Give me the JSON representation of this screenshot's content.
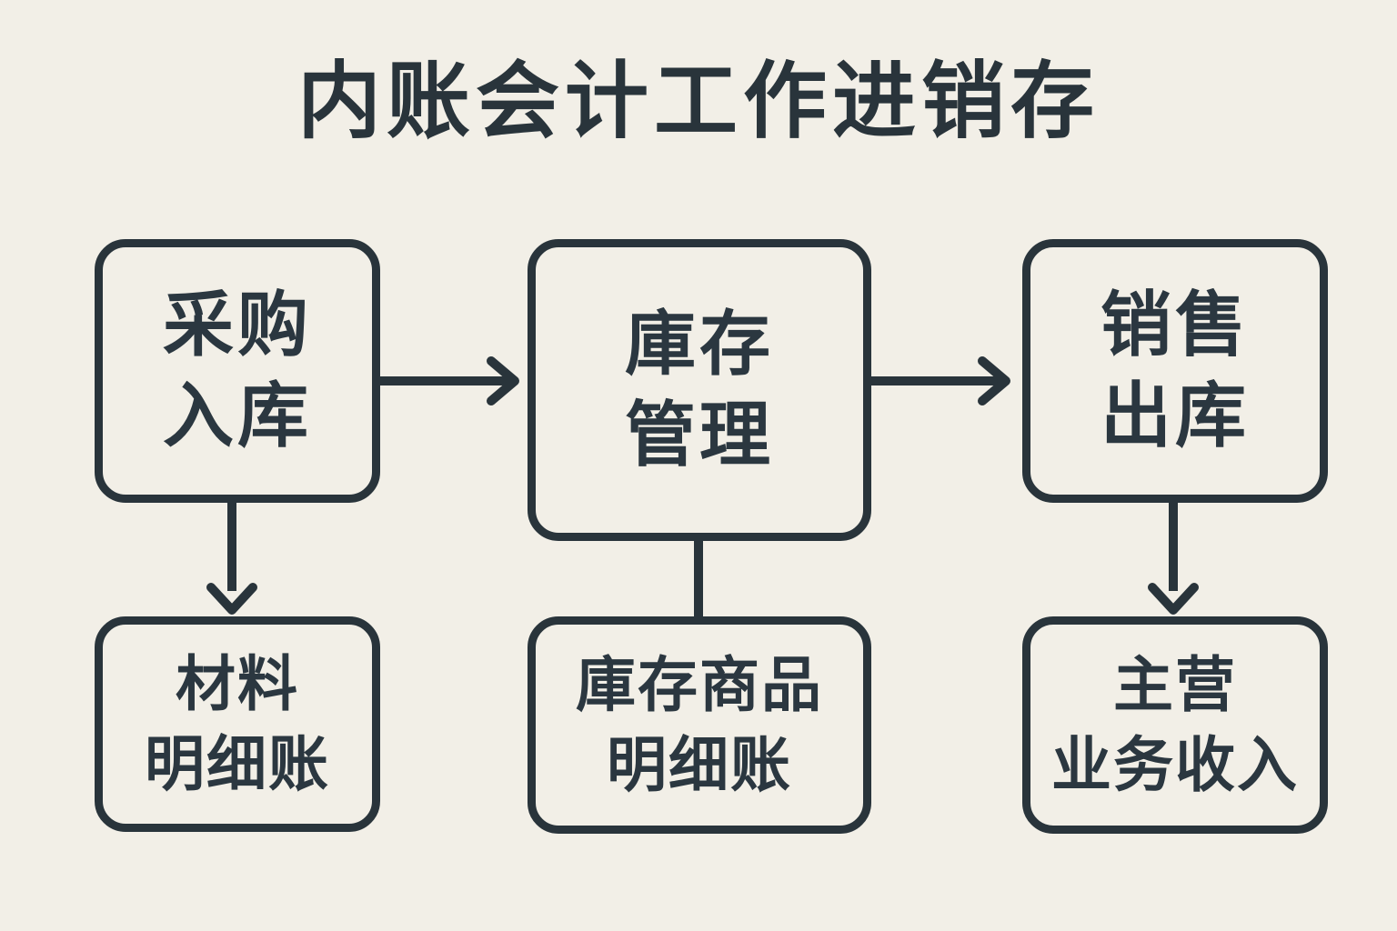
{
  "title": "内账会计工作进销存",
  "colors": {
    "background": "#f2efe7",
    "ink": "#29343b"
  },
  "nodes": {
    "purchase_inbound": {
      "lines": [
        "采购",
        "入库"
      ]
    },
    "inventory_management": {
      "lines": [
        "庫存",
        "管理"
      ]
    },
    "sales_outbound": {
      "lines": [
        "销售",
        "出库"
      ]
    },
    "materials_ledger": {
      "lines": [
        "材料",
        "明细账"
      ]
    },
    "inventory_goods_ledger": {
      "lines": [
        "庫存商品",
        "明细账"
      ]
    },
    "main_business_revenue": {
      "lines": [
        "主营",
        "业务收入"
      ]
    }
  },
  "edges": [
    {
      "from": "purchase_inbound",
      "to": "inventory_management",
      "direction": "right",
      "arrowhead": true
    },
    {
      "from": "inventory_management",
      "to": "sales_outbound",
      "direction": "right",
      "arrowhead": true
    },
    {
      "from": "purchase_inbound",
      "to": "materials_ledger",
      "direction": "down",
      "arrowhead": true
    },
    {
      "from": "inventory_management",
      "to": "inventory_goods_ledger",
      "direction": "down",
      "arrowhead": false
    },
    {
      "from": "sales_outbound",
      "to": "main_business_revenue",
      "direction": "down",
      "arrowhead": true
    }
  ]
}
